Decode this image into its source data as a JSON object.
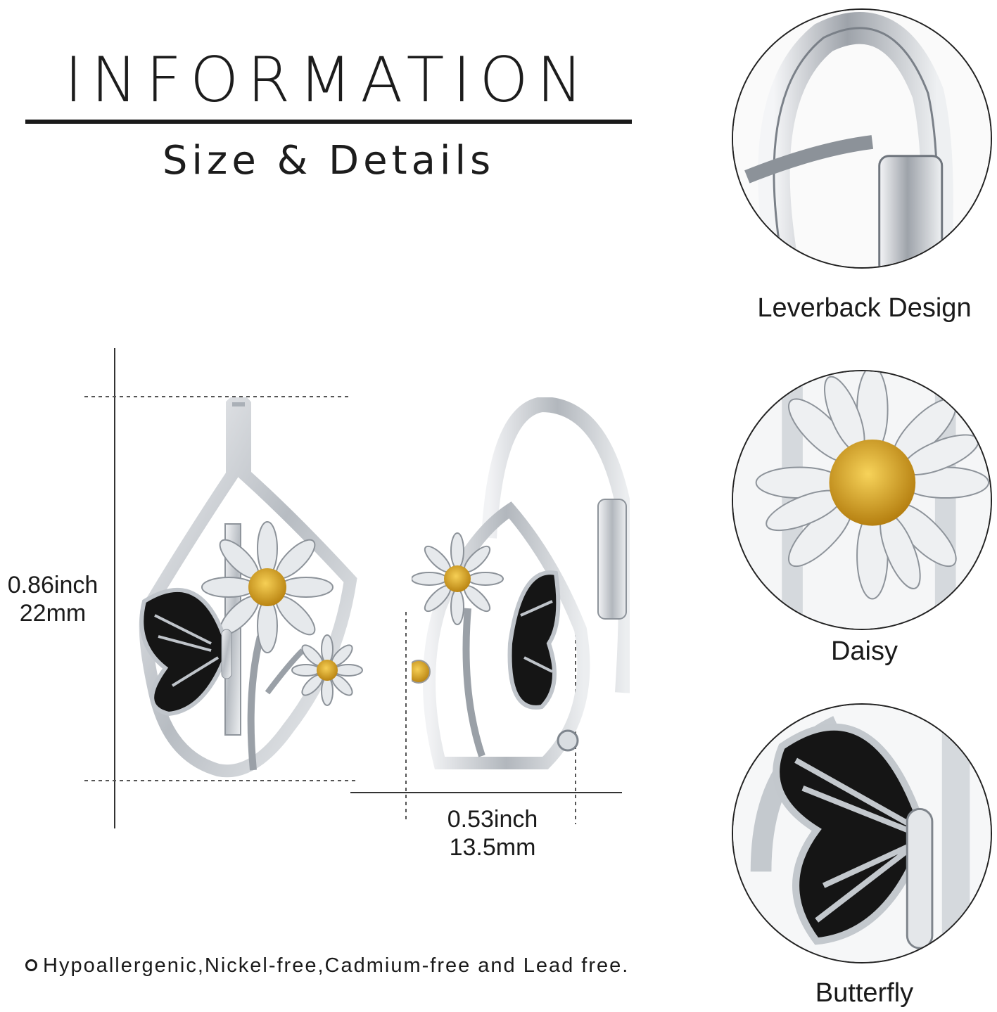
{
  "header": {
    "title": "INFORMATION",
    "subtitle": "Size & Details"
  },
  "dimensions": {
    "height_inch": "0.86inch",
    "height_mm": "22mm",
    "width_inch": "0.53inch",
    "width_mm": "13.5mm"
  },
  "details": [
    {
      "label": "Leverback Design",
      "icon": "leverback-closeup-image"
    },
    {
      "label": "Daisy",
      "icon": "daisy-closeup-image"
    },
    {
      "label": "Butterfly",
      "icon": "butterfly-closeup-image"
    }
  ],
  "footer": {
    "note": "Hypoallergenic,Nickel-free,Cadmium-free and Lead free."
  },
  "colors": {
    "text": "#1a1a1a",
    "silver": "#c9cdd2",
    "gold": "#d9a528",
    "enamel": "#141414"
  }
}
